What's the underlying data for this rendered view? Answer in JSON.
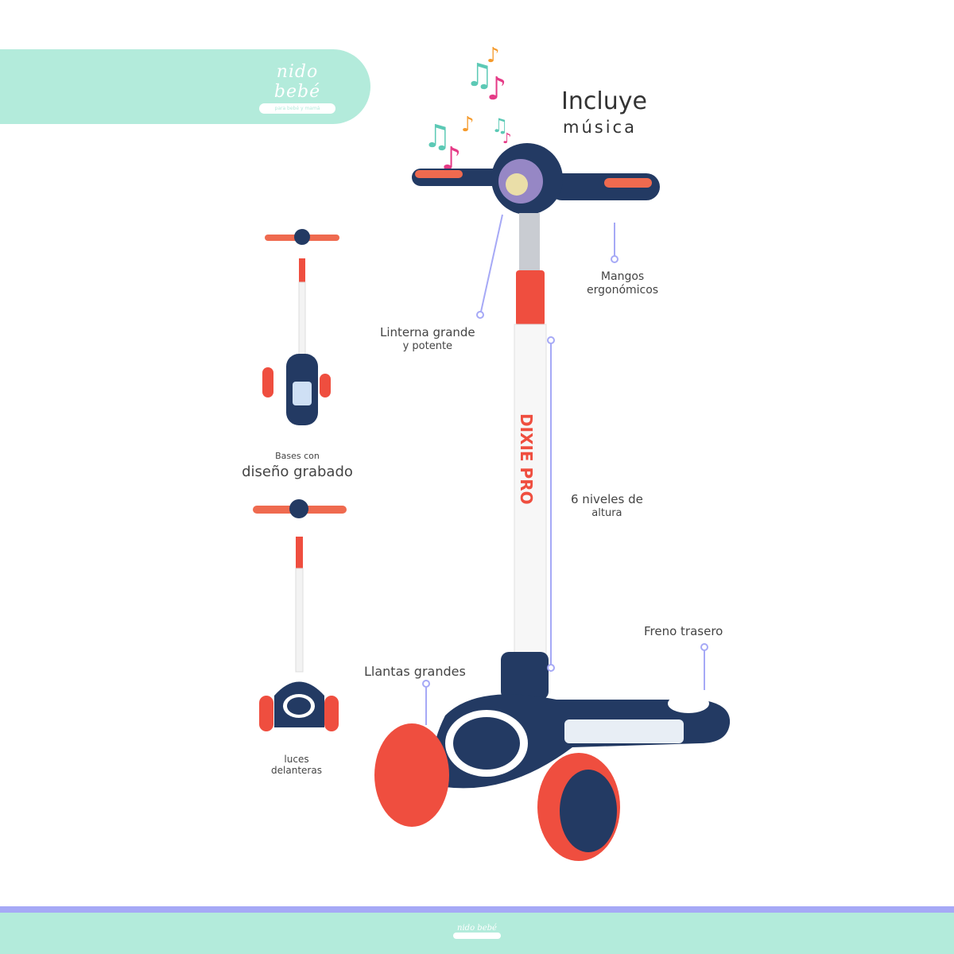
{
  "brand": {
    "logo_text": "nido bebé",
    "logo_tagline": "para bebé y mamá"
  },
  "headline": {
    "title": "Incluye",
    "subtitle": "música"
  },
  "callouts": {
    "handles": {
      "line1": "Mangos",
      "line2": "ergonómicos"
    },
    "light": {
      "line1": "Linterna grande",
      "line2": "y potente"
    },
    "height": {
      "line1": "6 niveles de",
      "line2": "altura"
    },
    "brake": {
      "line1": "Freno trasero"
    },
    "wheels": {
      "line1": "Llantas grandes"
    }
  },
  "side_views": {
    "bases": {
      "line1": "Bases con",
      "line2": "diseño grabado"
    },
    "lights": {
      "line1": "luces",
      "line2": "delanteras"
    }
  },
  "product": {
    "stem_print": "DIXIE PRO"
  },
  "colors": {
    "mint": "#b3ebdb",
    "lavender": "#a6a9f6",
    "navy": "#233a63",
    "red": "#ef4e3f"
  }
}
